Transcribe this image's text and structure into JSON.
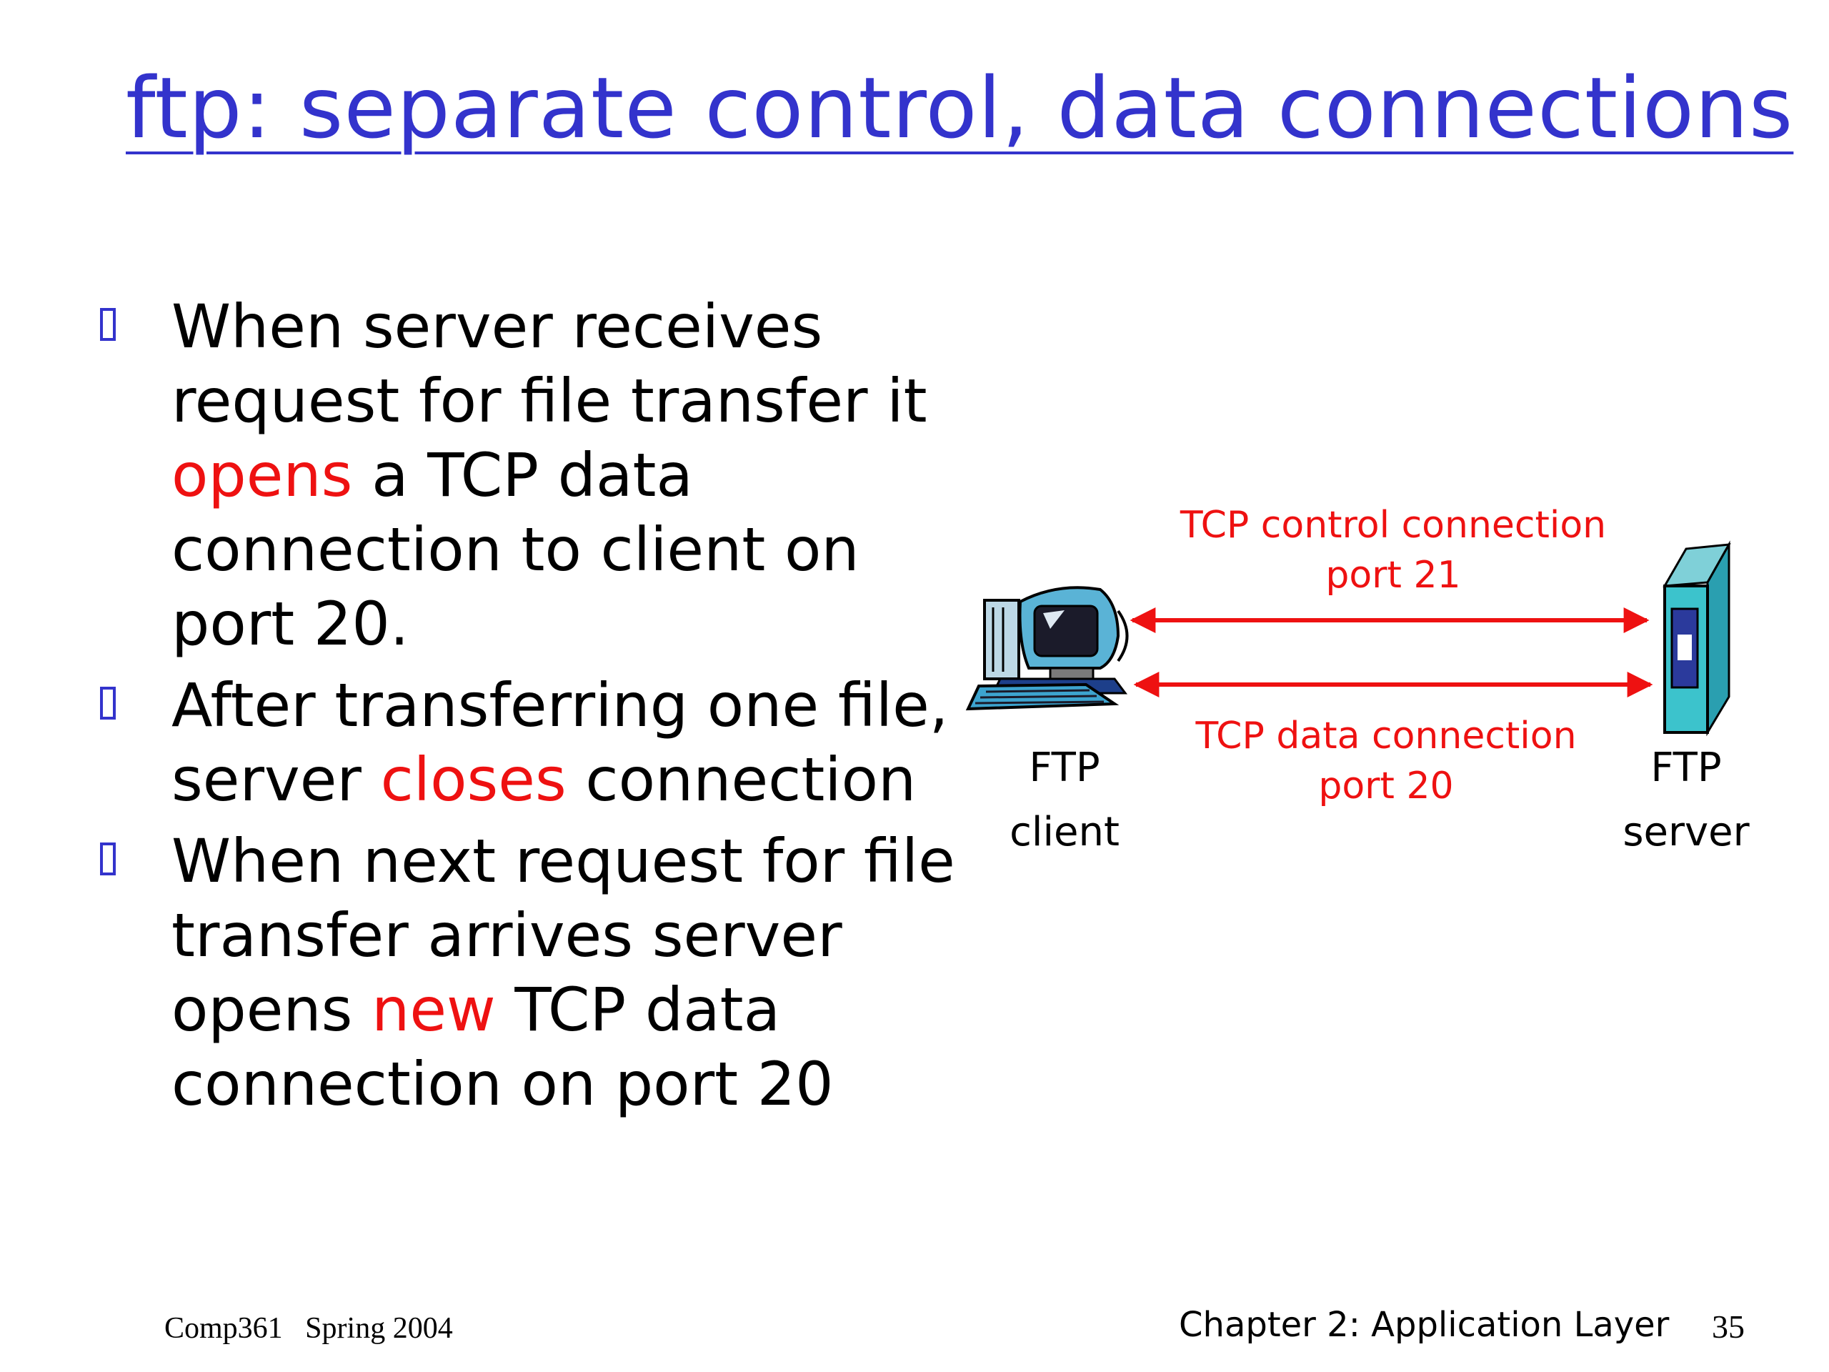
{
  "title": "ftp: separate control, data connections",
  "bullets": [
    {
      "parts": [
        {
          "text": "When server receives request for file transfer it ",
          "highlight": false
        },
        {
          "text": "opens",
          "highlight": true
        },
        {
          "text": " a TCP data connection to client on port 20.",
          "highlight": false
        }
      ]
    },
    {
      "parts": [
        {
          "text": "After transferring one file, server ",
          "highlight": false
        },
        {
          "text": "closes",
          "highlight": true
        },
        {
          "text": " connection",
          "highlight": false
        }
      ]
    },
    {
      "parts": [
        {
          "text": "When next request for file transfer arrives server opens ",
          "highlight": false
        },
        {
          "text": "new",
          "highlight": true
        },
        {
          "text": " TCP data connection on port 20",
          "highlight": false
        }
      ]
    }
  ],
  "diagram": {
    "client_label_line1": "FTP",
    "client_label_line2": "client",
    "server_label_line1": "FTP",
    "server_label_line2": "server",
    "control_label_line1": "TCP control connection",
    "control_label_line2": "port 21",
    "data_label_line1": "TCP data connection",
    "data_label_line2": "port 20",
    "client_icon": "computer-icon",
    "server_icon": "server-tower-icon",
    "arrow_color": "#ee1111"
  },
  "footer": {
    "course": "Comp361   Spring 2004",
    "chapter": "Chapter 2: Application Layer",
    "page": "35"
  },
  "colors": {
    "title": "#3333cc",
    "highlight": "#ee1111",
    "bullet_marker": "#3333cc"
  }
}
